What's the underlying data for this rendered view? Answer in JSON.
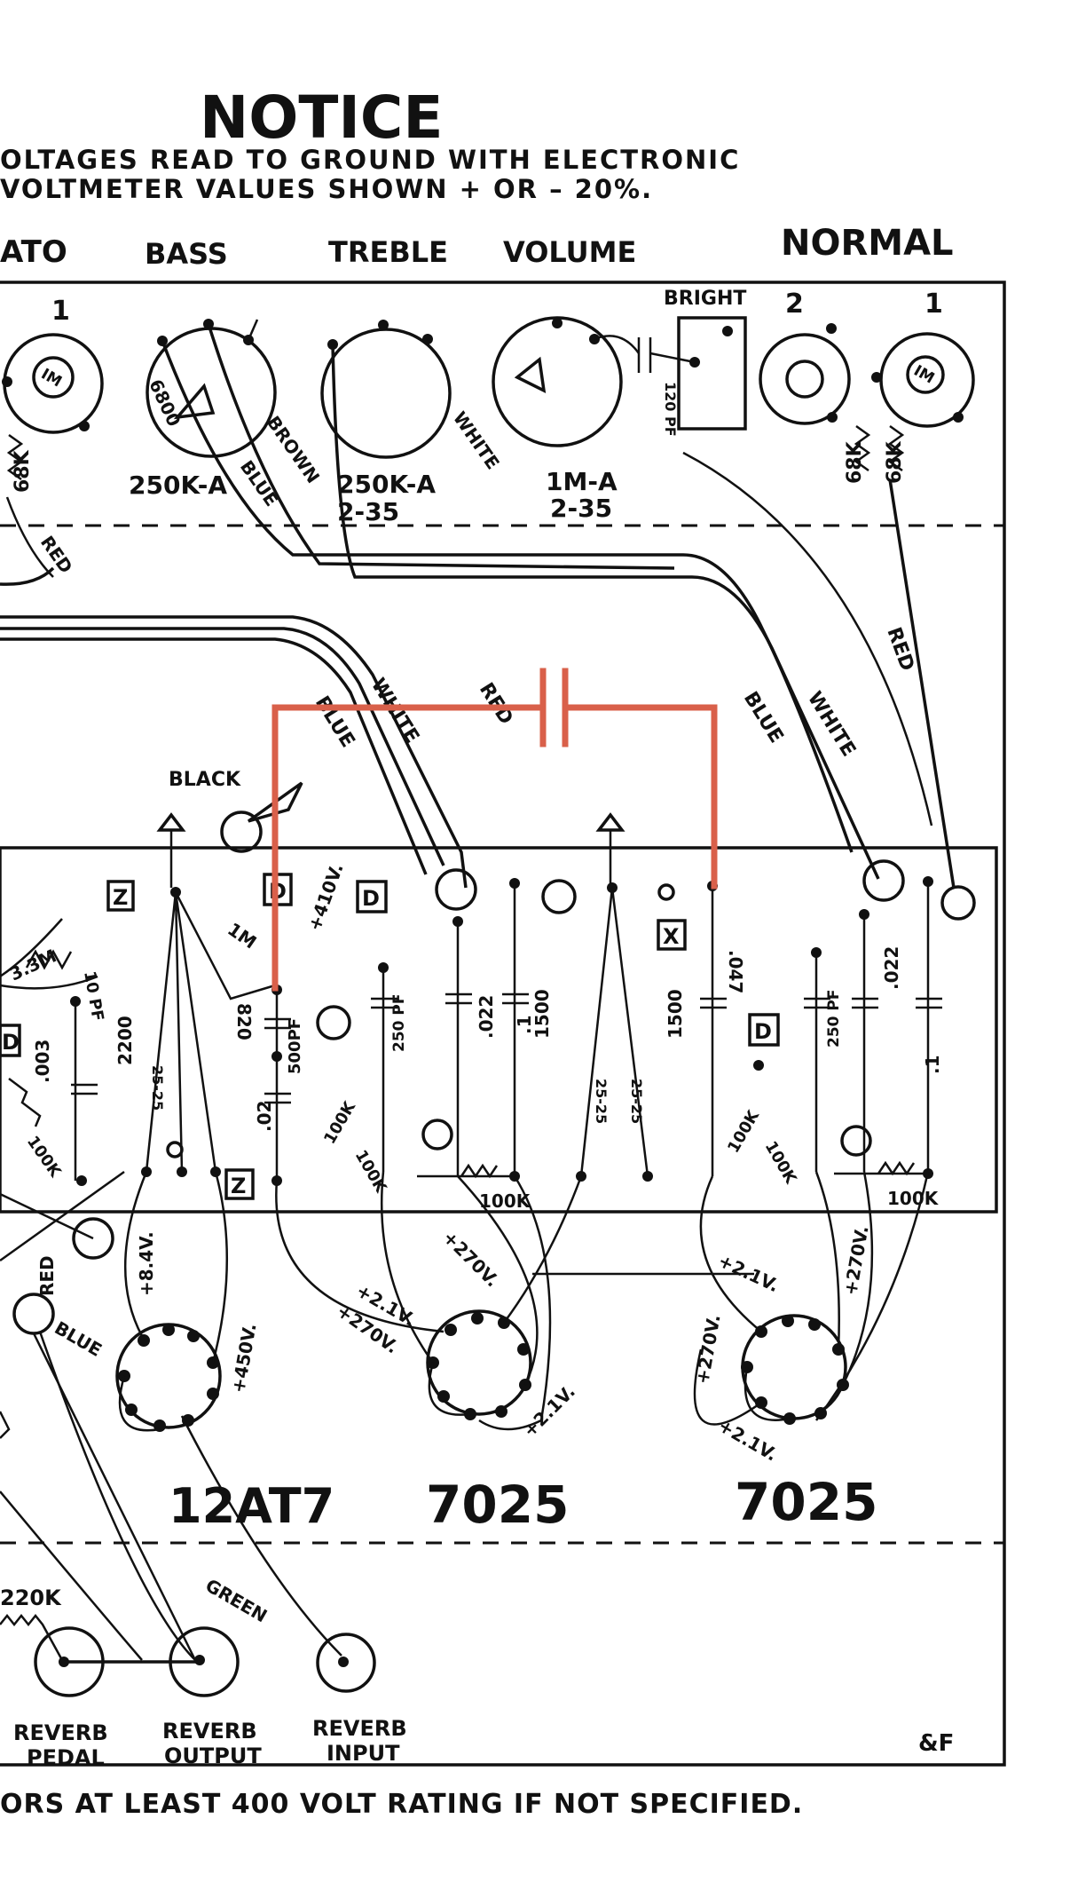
{
  "notice": {
    "title": "NOTICE",
    "line1": "OLTAGES  READ TO GROUND  WITH ELECTRONIC",
    "line2": "VOLTMETER VALUES SHOWN  + OR  –  20%."
  },
  "controls": {
    "vibrato": "ATO",
    "bass": "BASS",
    "treble": "TREBLE",
    "volume": "VOLUME",
    "normal": "NORMAL",
    "bright": "BRIGHT"
  },
  "pots": {
    "bass_value": "250K-A",
    "treble_value": "250K-A",
    "treble_taper": "2-35",
    "volume_value": "1M-A",
    "volume_taper": "2-35",
    "bass_resistor": "6800"
  },
  "jacks": {
    "jack_2": "2",
    "jack_1": "1",
    "vib_jack_1": "1",
    "r68k_a": "68K",
    "r68k_b": "68K",
    "r68k_c": "68K",
    "im_a": "IM",
    "im_b": "IM"
  },
  "wires": {
    "red": "RED",
    "blue": "BLUE",
    "brown": "BROWN",
    "white": "WHITE",
    "black": "BLACK",
    "green": "GREEN"
  },
  "board_labels": {
    "z": "Z",
    "d": "D",
    "x": "X",
    "v410": "+410V.",
    "r33m": "3.3M",
    "c10pf": "10 PF",
    "c003": ".003",
    "c02": ".02",
    "c500pf": "500PF",
    "c250pf_a": "250 PF",
    "c250pf_b": "250 PF",
    "c022_a": ".022",
    "c022_b": ".022",
    "c1_a": ".1",
    "c1_b": ".1",
    "c047": ".047",
    "r1m": "1M",
    "r820": "820",
    "r2200": "2200",
    "r1500_a": "1500",
    "r1500_b": "1500",
    "r100k_a": "100K",
    "r100k_b": "100K",
    "r100k_c": "100K",
    "r100k_d": "100K",
    "r100k_e": "100K",
    "r100k_f": "100K",
    "c25_a": "25-25",
    "c25_b": "25-25",
    "c25_c": "25-25"
  },
  "voltages": {
    "v8_4": "+8.4V.",
    "v450": "+450V.",
    "v2_1a": "+2.1V.",
    "v270a": "+270V.",
    "v270b": "+270V.",
    "v2_1b": "+2.1V.",
    "v2_1c": "+2.1V.",
    "v270c": "+270V.",
    "v270d": "+270V.",
    "v2_1d": "+2.1V."
  },
  "tubes": {
    "t1": "12AT7",
    "t2": "7025",
    "t3": "7025"
  },
  "reverb": {
    "r220k": "220K",
    "pedal_1": "REVERB",
    "pedal_2": "PEDAL",
    "output_1": "REVERB",
    "output_2": "OUTPUT",
    "input_1": "REVERB",
    "input_2": "INPUT"
  },
  "footer": {
    "initials": "&F",
    "note": "ORS  AT  LEAST   400 VOLT  RATING IF  NOT SPECIFIED."
  },
  "colors": {
    "ink": "#111111",
    "modification": "#d9604a",
    "paper": "#ffffff"
  }
}
